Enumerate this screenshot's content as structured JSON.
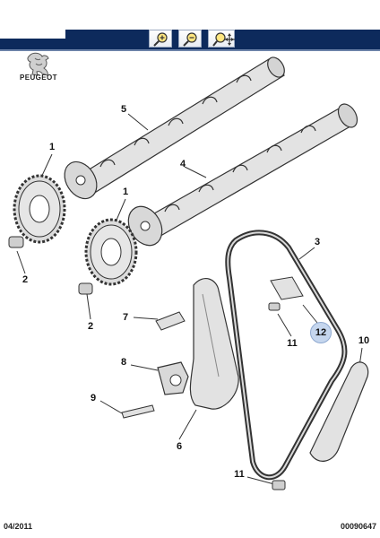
{
  "toolbar": {
    "zoom_in_icon": "zoom-in-icon",
    "zoom_out_icon": "zoom-out-icon",
    "zoom_pan_icon": "zoom-pan-icon"
  },
  "brand": {
    "name": "PEUGEOT"
  },
  "callouts": {
    "c1a": "1",
    "c1b": "1",
    "c2a": "2",
    "c2b": "2",
    "c3": "3",
    "c4": "4",
    "c5": "5",
    "c6": "6",
    "c7": "7",
    "c8": "8",
    "c9": "9",
    "c10": "10",
    "c11a": "11",
    "c11b": "11",
    "c12": "12"
  },
  "footer": {
    "date": "04/2011",
    "reference": "00090647"
  },
  "colors": {
    "header_bg": "#0d2a5c",
    "part_fill": "#e4e4e4",
    "part_stroke": "#333333",
    "highlight_badge": "#c5d6ee"
  }
}
